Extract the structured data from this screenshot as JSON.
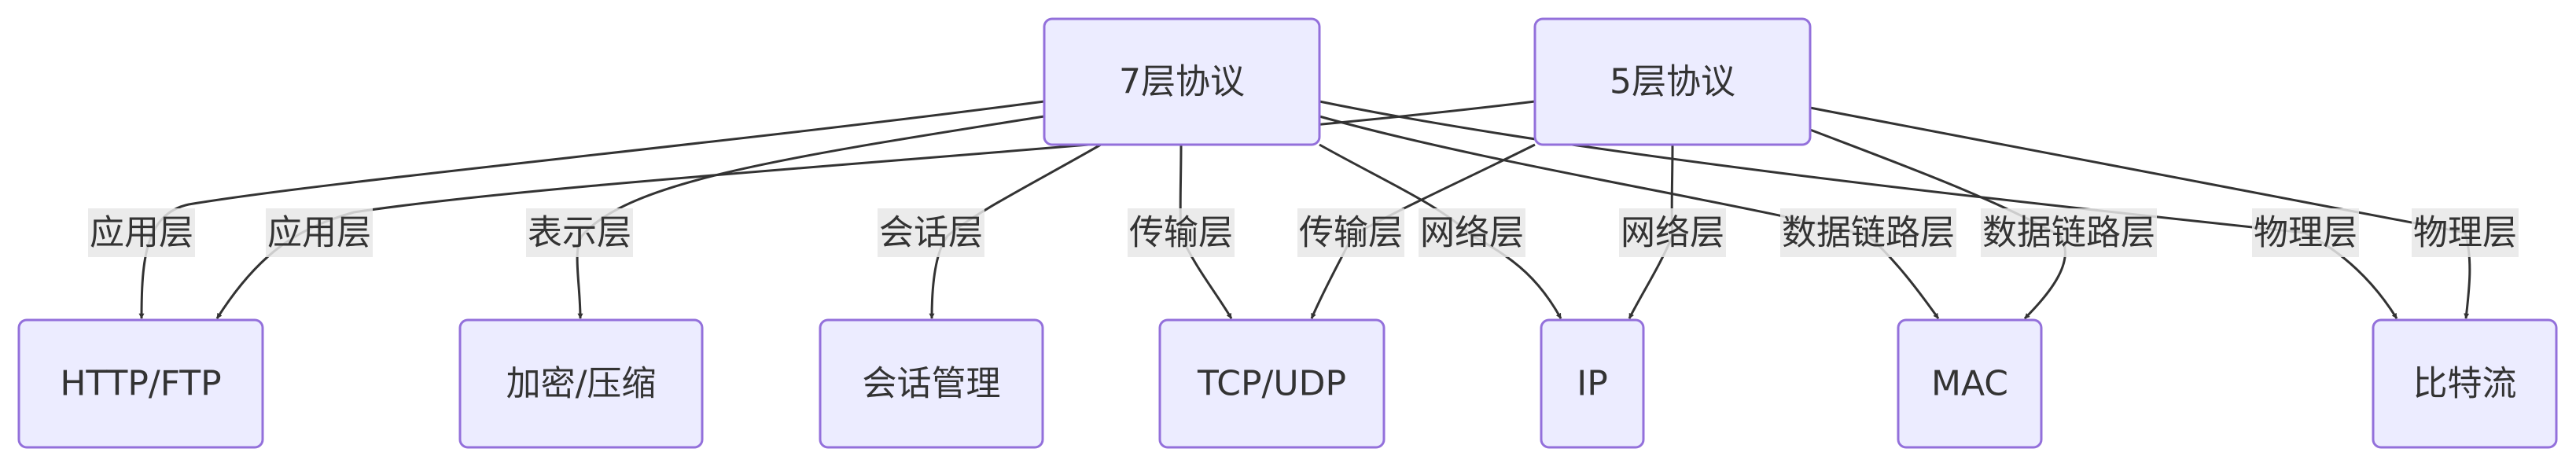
{
  "diagram": {
    "nodes": {
      "top7": "7层协议",
      "top5": "5层协议",
      "http": "HTTP/FTP",
      "crypt": "加密/压缩",
      "session": "会话管理",
      "tcp": "TCP/UDP",
      "ip": "IP",
      "mac": "MAC",
      "bits": "比特流"
    },
    "edges": [
      {
        "from": "top7",
        "to": "http",
        "label": "应用层"
      },
      {
        "from": "top5",
        "to": "http",
        "label": "应用层"
      },
      {
        "from": "top7",
        "to": "crypt",
        "label": "表示层"
      },
      {
        "from": "top7",
        "to": "session",
        "label": "会话层"
      },
      {
        "from": "top7",
        "to": "tcp",
        "label": "传输层"
      },
      {
        "from": "top5",
        "to": "tcp",
        "label": "传输层"
      },
      {
        "from": "top7",
        "to": "ip",
        "label": "网络层"
      },
      {
        "from": "top5",
        "to": "ip",
        "label": "网络层"
      },
      {
        "from": "top7",
        "to": "mac",
        "label": "数据链路层"
      },
      {
        "from": "top5",
        "to": "mac",
        "label": "数据链路层"
      },
      {
        "from": "top7",
        "to": "bits",
        "label": "物理层"
      },
      {
        "from": "top5",
        "to": "bits",
        "label": "物理层"
      }
    ]
  }
}
